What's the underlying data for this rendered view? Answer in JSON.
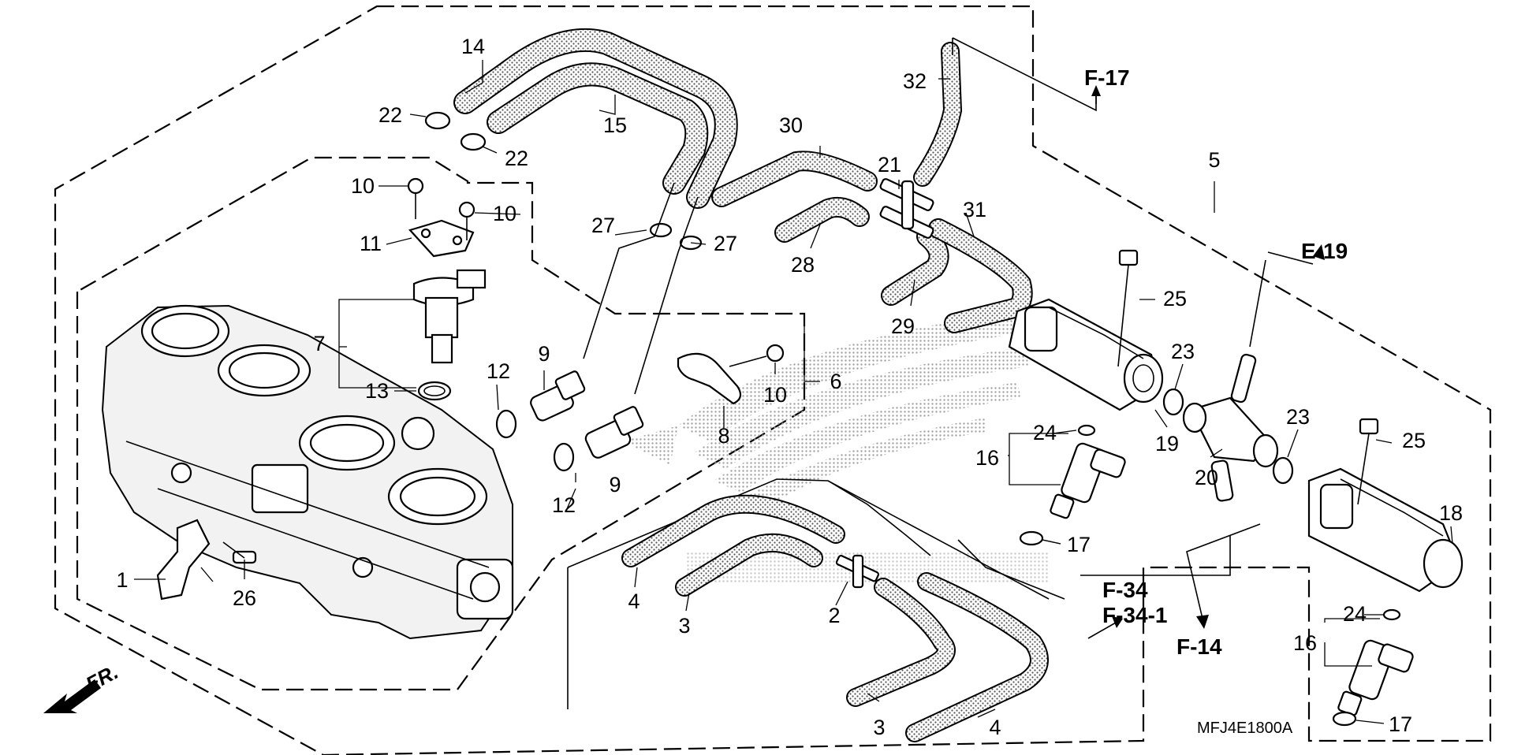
{
  "diagram": {
    "code": "MFJ4E1800A",
    "direction_label": "FR.",
    "refs": [
      "F-17",
      "E-19",
      "F-34",
      "F-34-1",
      "F-14"
    ],
    "callouts": {
      "c1": "1",
      "c2": "2",
      "c3a": "3",
      "c3b": "3",
      "c4a": "4",
      "c4b": "4",
      "c5": "5",
      "c6": "6",
      "c7": "7",
      "c8": "8",
      "c9a": "9",
      "c9b": "9",
      "c10a": "10",
      "c10b": "10",
      "c10c": "10",
      "c11": "11",
      "c12a": "12",
      "c12b": "12",
      "c13": "13",
      "c14": "14",
      "c15": "15",
      "c16a": "16",
      "c16b": "16",
      "c17a": "17",
      "c17b": "17",
      "c18": "18",
      "c19": "19",
      "c20": "20",
      "c21": "21",
      "c22a": "22",
      "c22b": "22",
      "c23a": "23",
      "c23b": "23",
      "c24a": "24",
      "c24b": "24",
      "c25a": "25",
      "c25b": "25",
      "c26": "26",
      "c27a": "27",
      "c27b": "27",
      "c28": "28",
      "c29": "29",
      "c30": "30",
      "c31": "31",
      "c32": "32"
    }
  }
}
